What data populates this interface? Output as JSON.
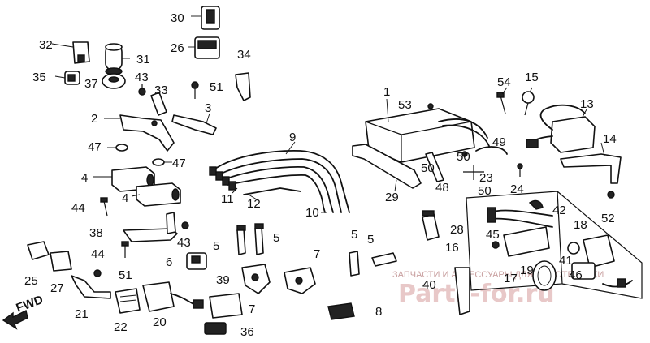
{
  "callouts": {
    "c1": "1",
    "c2": "2",
    "c3": "3",
    "c4a": "4",
    "c4b": "4",
    "c5a": "5",
    "c5b": "5",
    "c5c": "5",
    "c5d": "5",
    "c6": "6",
    "c7a": "7",
    "c7b": "7",
    "c8": "8",
    "c9": "9",
    "c10": "10",
    "c11": "11",
    "c12": "12",
    "c13": "13",
    "c14": "14",
    "c15": "15",
    "c16": "16",
    "c17": "17",
    "c18": "18",
    "c19": "19",
    "c20": "20",
    "c21": "21",
    "c22": "22",
    "c23": "23",
    "c24": "24",
    "c25": "25",
    "c26": "26",
    "c27": "27",
    "c28": "28",
    "c29": "29",
    "c30": "30",
    "c31": "31",
    "c32": "32",
    "c33": "33",
    "c34": "34",
    "c35": "35",
    "c36": "36",
    "c37": "37",
    "c38": "38",
    "c39": "39",
    "c40": "40",
    "c41": "41",
    "c42": "42",
    "c43a": "43",
    "c43b": "43",
    "c44a": "44",
    "c44b": "44",
    "c45": "45",
    "c46": "46",
    "c47a": "47",
    "c47b": "47",
    "c48": "48",
    "c49": "49",
    "c50a": "50",
    "c50b": "50",
    "c50c": "50",
    "c51a": "51",
    "c51b": "51",
    "c52": "52",
    "c53": "53",
    "c54": "54"
  },
  "fwd_label": "FWD",
  "watermark": {
    "line1": "ЗАПЧАСТИ И АКСЕССУАРЫ ДЛЯ МОТОТЕХНИКИ",
    "line2": "Parts-for.ru"
  },
  "icons": {
    "fwd_arrow": "arrow-left-icon"
  }
}
